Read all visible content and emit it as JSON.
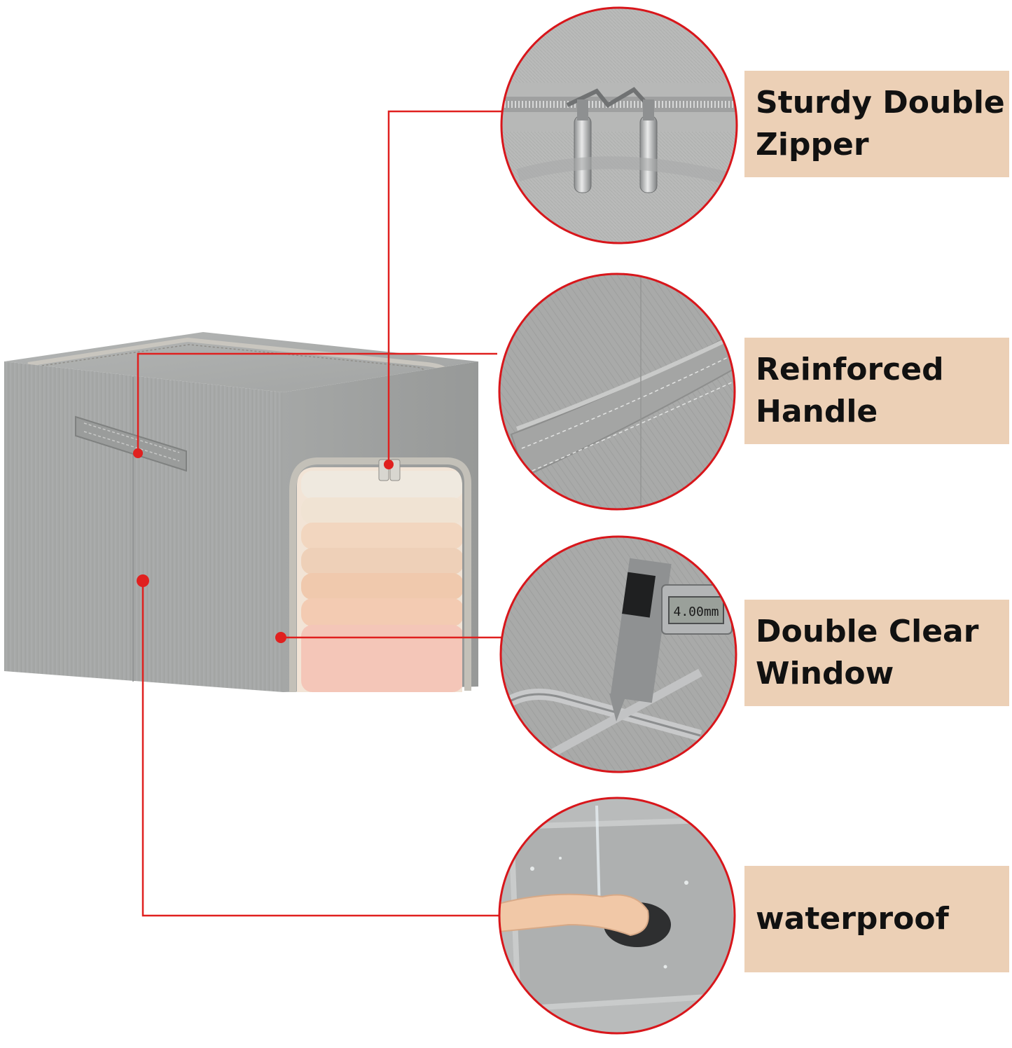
{
  "colors": {
    "background": "#ffffff",
    "callout_line": "#e0201f",
    "callout_dot": "#e0201f",
    "label_background": "#ecd0b6",
    "label_text": "#111111",
    "fabric_gray": "#a7a9a8",
    "circle_border": "#d8161b"
  },
  "product": {
    "name": "foldable fabric storage box with zipper and clear window",
    "icon": "storage-box-illustration"
  },
  "features": [
    {
      "id": "zipper",
      "lines": [
        "Sturdy Double",
        "Zipper"
      ],
      "icon": "zipper-pulls-closeup"
    },
    {
      "id": "handle",
      "lines": [
        "Reinforced",
        "Handle"
      ],
      "icon": "stitched-handle-closeup"
    },
    {
      "id": "window",
      "lines": [
        "Double Clear",
        "Window"
      ],
      "icon": "caliper-frame-closeup",
      "caliper_reading": "4.00mm"
    },
    {
      "id": "waterproof",
      "lines": [
        "waterproof"
      ],
      "icon": "water-wipe-closeup"
    }
  ]
}
